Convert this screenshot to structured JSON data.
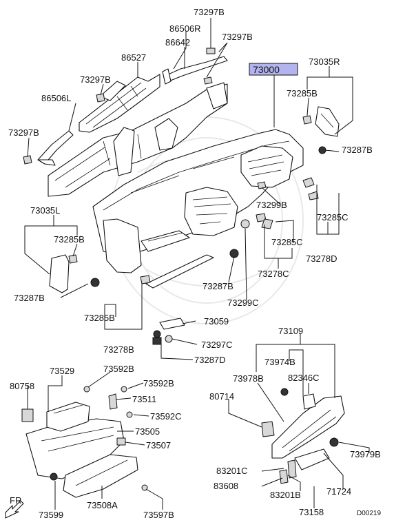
{
  "diagram_code": "D00219",
  "direction_marker": "FR",
  "highlight_color": "#b3b3ee",
  "labels": {
    "l73297b_top": "73297B",
    "l86506r": "86506R",
    "l73297b_right": "73297B",
    "l86642": "86642",
    "l86527": "86527",
    "l73297b_mid": "73297B",
    "l86506l": "86506L",
    "l73297b_left": "73297B",
    "l73000": "73000",
    "l73035r": "73035R",
    "l73285b_r": "73285B",
    "l73287b_r": "73287B",
    "l73035l": "73035L",
    "l73285b_l": "73285B",
    "l73287b_l": "73287B",
    "l73299b": "73299B",
    "l73285c_r": "73285C",
    "l73278d": "73278D",
    "l73285c_c": "73285C",
    "l73278c": "73278C",
    "l73287b_c": "73287B",
    "l73299c": "73299C",
    "l73285b_b": "73285B",
    "l73278b": "73278B",
    "l73059": "73059",
    "l73297c": "73297C",
    "l73287d": "73287D",
    "l73109": "73109",
    "l73974b": "73974B",
    "l73978b": "73978B",
    "l82346c": "82346C",
    "l80714": "80714",
    "l73979b": "73979B",
    "l83201c": "83201C",
    "l83608": "83608",
    "l83201b": "83201B",
    "l71724": "71724",
    "l73158": "73158",
    "l80758": "80758",
    "l73529": "73529",
    "l73592b_1": "73592B",
    "l73592b_2": "73592B",
    "l73511": "73511",
    "l73592c": "73592C",
    "l73505": "73505",
    "l73507": "73507",
    "l73508a": "73508A",
    "l73599": "73599",
    "l73597b": "73597B"
  }
}
